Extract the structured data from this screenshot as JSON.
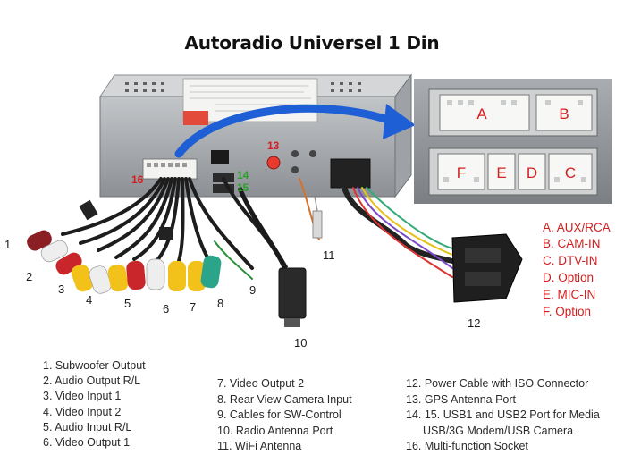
{
  "title": "Autoradio Universel 1 Din",
  "callouts": {
    "c1": "1",
    "c2": "2",
    "c3": "3",
    "c4": "4",
    "c5": "5",
    "c6": "6",
    "c7": "7",
    "c8": "8",
    "c9": "9",
    "c10": "10",
    "c11": "11",
    "c12": "12",
    "c13": "13",
    "c14": "14",
    "c15": "15",
    "c16": "16"
  },
  "pins": {
    "A": "A",
    "B": "B",
    "C": "C",
    "D": "D",
    "E": "E",
    "F": "F"
  },
  "connector_legend": [
    "A. AUX/RCA",
    "B. CAM-IN",
    "C. DTV-IN",
    "D. Option",
    "E. MIC-IN",
    "F. Option"
  ],
  "legend": {
    "col1": [
      "1. Subwoofer Output",
      "2. Audio Output R/L",
      "3. Video Input 1",
      "4. Video Input 2",
      "5. Audio Input R/L",
      "6. Video Output 1"
    ],
    "col2": [
      "7. Video Output 2",
      "8. Rear View Camera Input",
      "9. Cables for SW-Control",
      "10. Radio Antenna Port",
      "11. WiFi Antenna"
    ],
    "col3": [
      "12. Power Cable with ISO Connector",
      "13. GPS Antenna Port",
      "14. 15. USB1 and USB2 Port for Media",
      "USB/3G Modem/USB Camera",
      "16. Multi-function Socket"
    ]
  },
  "colors": {
    "arrow": "#1f5fd6",
    "legend_red": "#d41e1e",
    "metal": "#b9bcbf",
    "rca_red": "#c8262b",
    "rca_white": "#eeeeee",
    "rca_yellow": "#f2c21a",
    "rca_green": "#2aa58a"
  }
}
